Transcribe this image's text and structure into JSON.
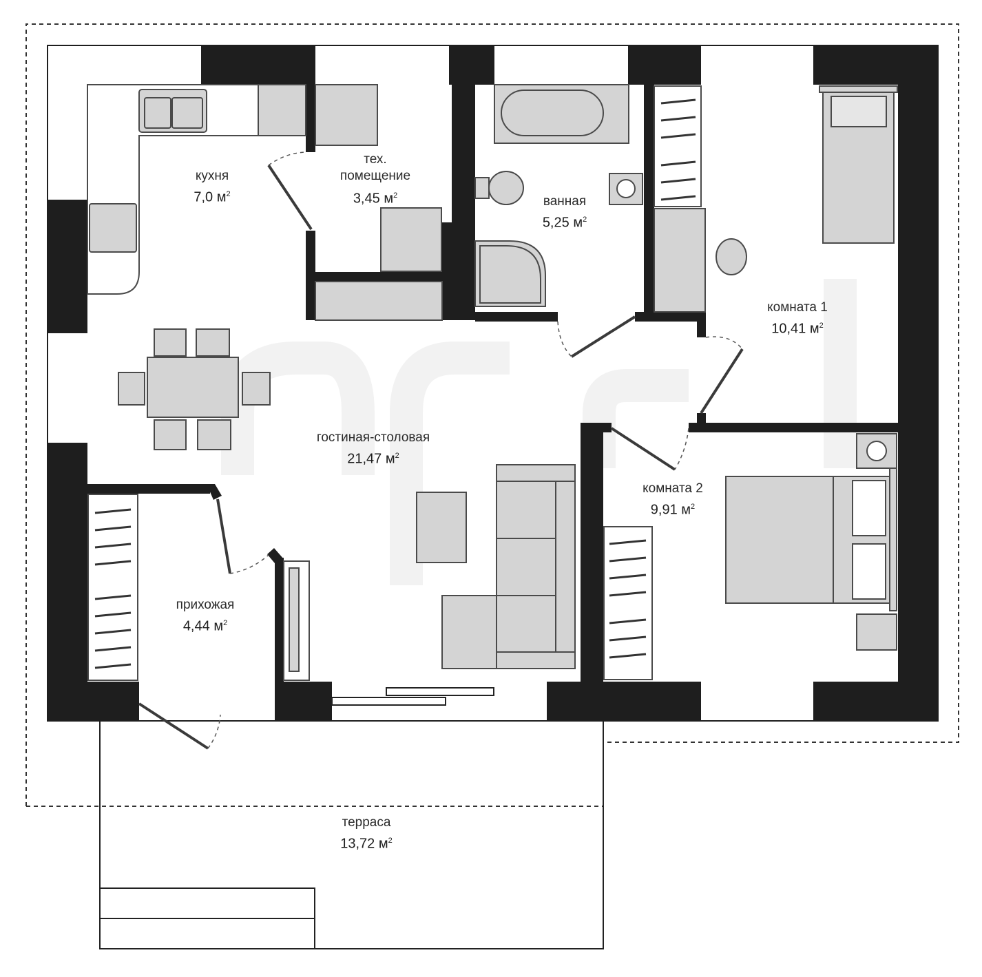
{
  "colors": {
    "wall": "#1e1e1e",
    "furniture": "#d4d4d4",
    "furniture_stroke": "#4a4a4a",
    "watermark": "#f3f3f3"
  },
  "watermark": "apr",
  "unit": "м",
  "unit_sup": "2",
  "rooms": [
    {
      "name": "кухня",
      "area": "7,0"
    },
    {
      "name": "тех. помещение",
      "area": "3,45"
    },
    {
      "name": "ванная",
      "area": "5,25"
    },
    {
      "name": "комната 1",
      "area": "10,41"
    },
    {
      "name": "гостиная-столовая",
      "area": "21,47"
    },
    {
      "name": "комната 2",
      "area": "9,91"
    },
    {
      "name": "прихожая",
      "area": "4,44"
    },
    {
      "name": "терраса",
      "area": "13,72"
    }
  ]
}
